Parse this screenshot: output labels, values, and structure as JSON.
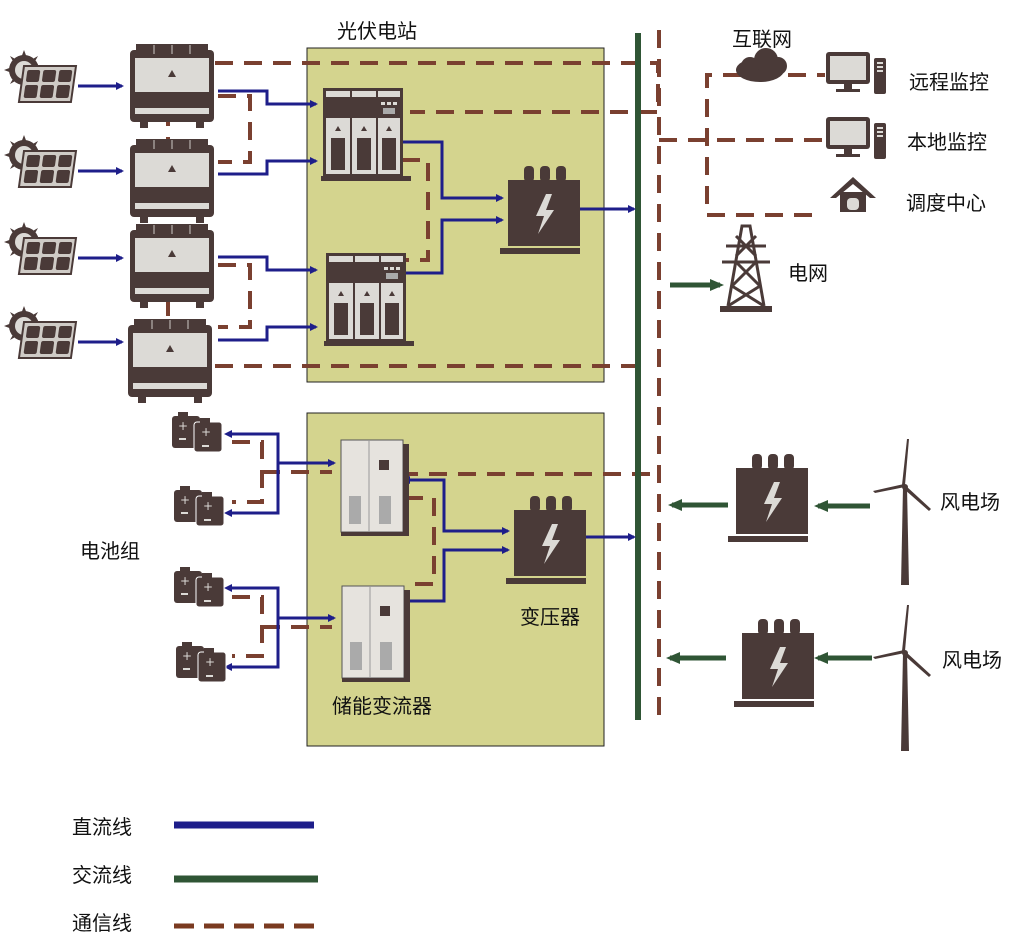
{
  "title": "光伏储能风电并网系统示意图",
  "zones": {
    "pv_station": {
      "label": "光伏电站"
    },
    "storage": {
      "pcs_label": "储能变流器",
      "transformer_label": "变压器"
    }
  },
  "labels": {
    "internet": "互联网",
    "remote_monitor": "远程监控",
    "local_monitor": "本地监控",
    "dispatch_center": "调度中心",
    "grid": "电网",
    "battery_group": "电池组",
    "wind_farm_1": "风电场",
    "wind_farm_2": "风电场"
  },
  "legend": [
    {
      "label": "直流线",
      "style": "solid",
      "color": "#1e1e8a"
    },
    {
      "label": "交流线",
      "style": "solid",
      "color": "#2f5535"
    },
    {
      "label": "通信线",
      "style": "dashed",
      "color": "#7a3a20"
    }
  ],
  "colors": {
    "dc": "#1e1e8a",
    "ac": "#2f5535",
    "comm": "#7a4030",
    "zone_fill": "#d4d48e",
    "device": "#4a3a38"
  }
}
